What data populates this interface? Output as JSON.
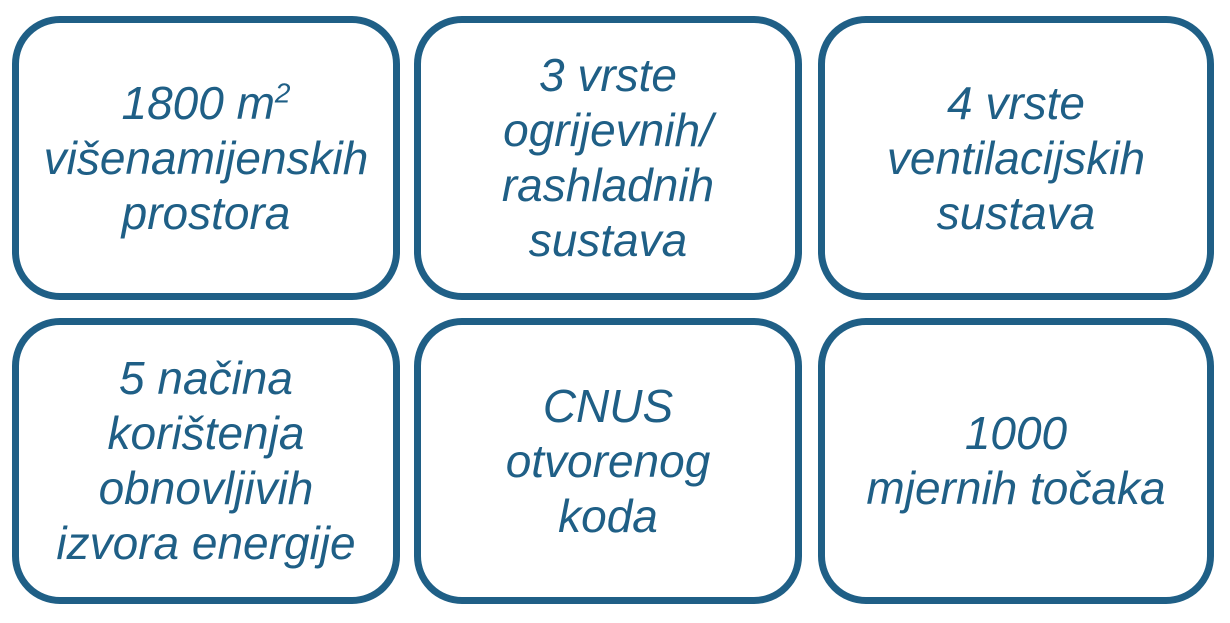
{
  "accent_color": "#1f5f86",
  "cards": [
    {
      "lines": [
        "1800 m",
        "višenamijenskih",
        "prostora"
      ],
      "superscript": "2"
    },
    {
      "lines": [
        "3 vrste",
        "ogrijevnih/",
        "rashladnih",
        "sustava"
      ]
    },
    {
      "lines": [
        "4 vrste",
        "ventilacijskih",
        "sustava"
      ]
    },
    {
      "lines": [
        "5 načina",
        "korištenja",
        "obnovljivih",
        "izvora energije"
      ]
    },
    {
      "lines": [
        "CNUS",
        "otvorenog",
        "koda"
      ]
    },
    {
      "lines": [
        "1000",
        "mjernih točaka"
      ]
    }
  ]
}
